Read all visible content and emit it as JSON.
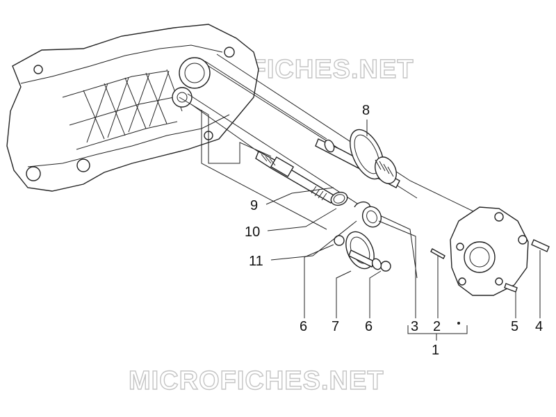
{
  "watermarks": [
    "MICROFICHES.NET",
    "MICROFICHES.NET"
  ],
  "callouts": {
    "c1": "1",
    "c2": "2",
    "c3": "3",
    "c4": "4",
    "c5": "5",
    "c6a": "6",
    "c6b": "6",
    "c7": "7",
    "c8": "8",
    "c9": "9",
    "c10": "10",
    "c11": "11"
  }
}
